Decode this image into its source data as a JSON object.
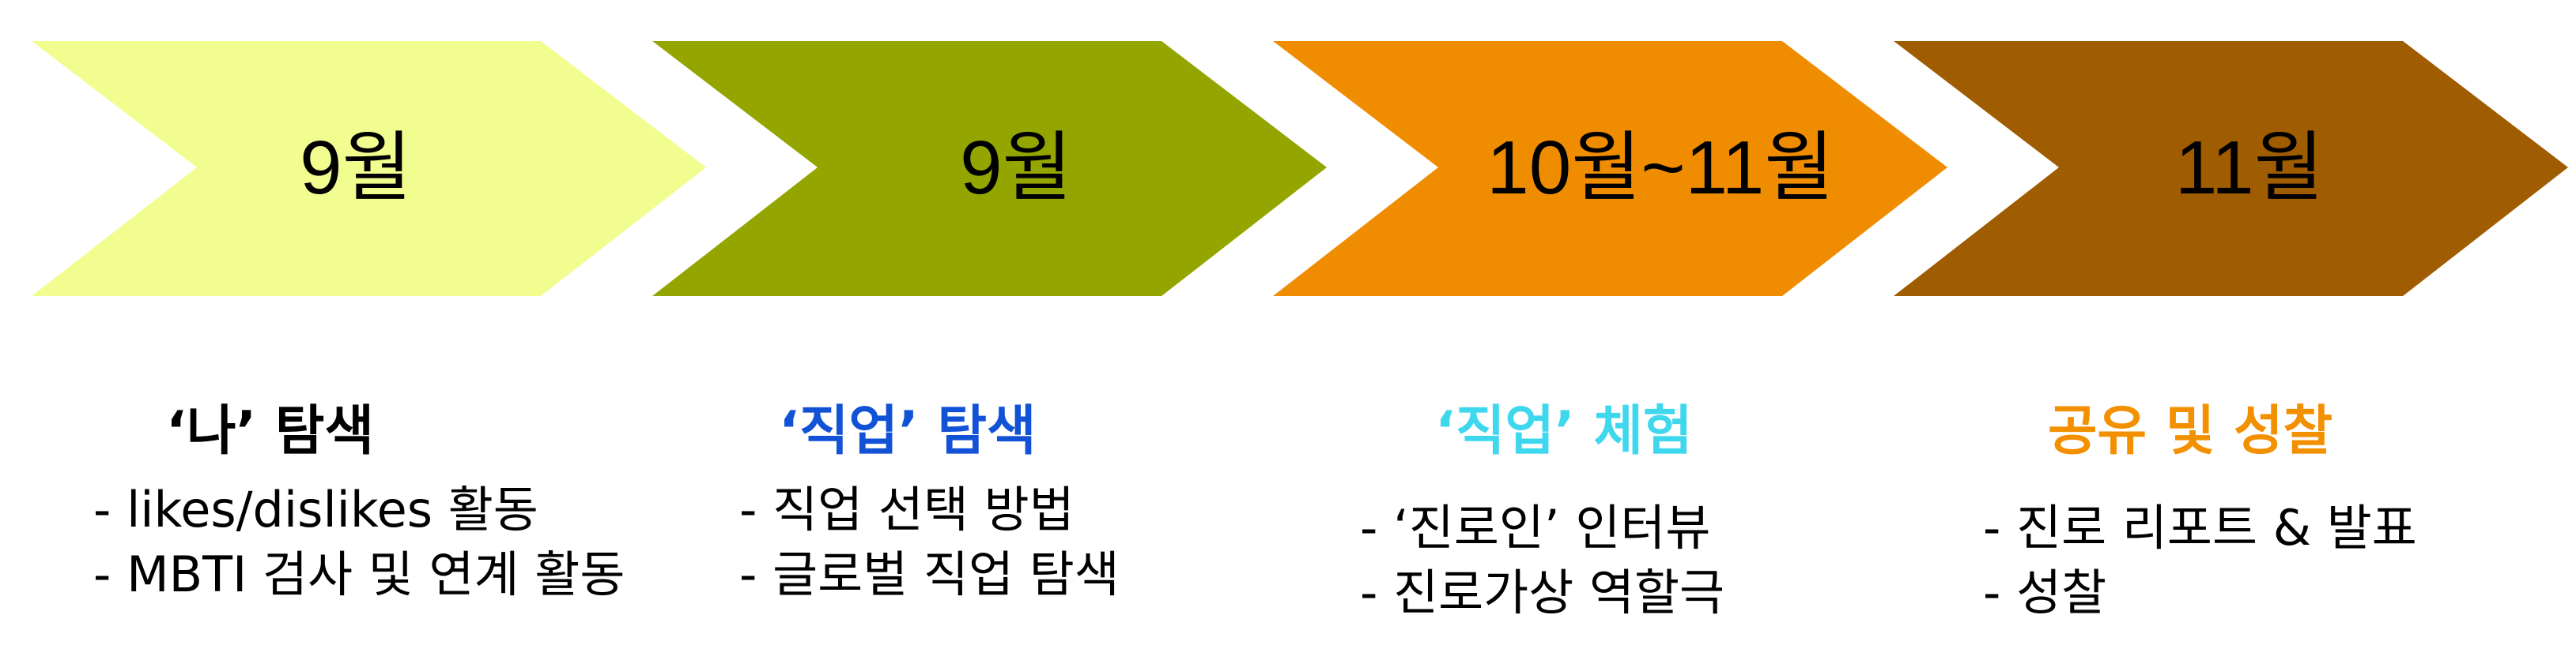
{
  "stages": [
    {
      "month": "9월",
      "color": "#f2fd8f",
      "title": "‘나’ 탐색",
      "title_color": "#000000",
      "items": [
        "- likes/dislikes 활동",
        "- MBTI 검사 및 연계 활동"
      ]
    },
    {
      "month": "9월",
      "color": "#94a500",
      "title": "‘직업’ 탐색",
      "title_color": "#1252d6",
      "items": [
        "- 직업 선택 방법",
        "- 글로벌 직업 탐색"
      ]
    },
    {
      "month": "10월~11월",
      "color": "#f08c00",
      "title": "‘직업’ 체험",
      "title_color": "#3fd7ee",
      "items": [
        "- ‘진로인’ 인터뷰",
        "- 진로가상 역할극"
      ]
    },
    {
      "month": "11월",
      "color": "#a05c00",
      "title": "공유 및 성찰",
      "title_color": "#f39000",
      "items": [
        "- 진로 리포트 & 발표",
        "- 성찰"
      ]
    }
  ]
}
